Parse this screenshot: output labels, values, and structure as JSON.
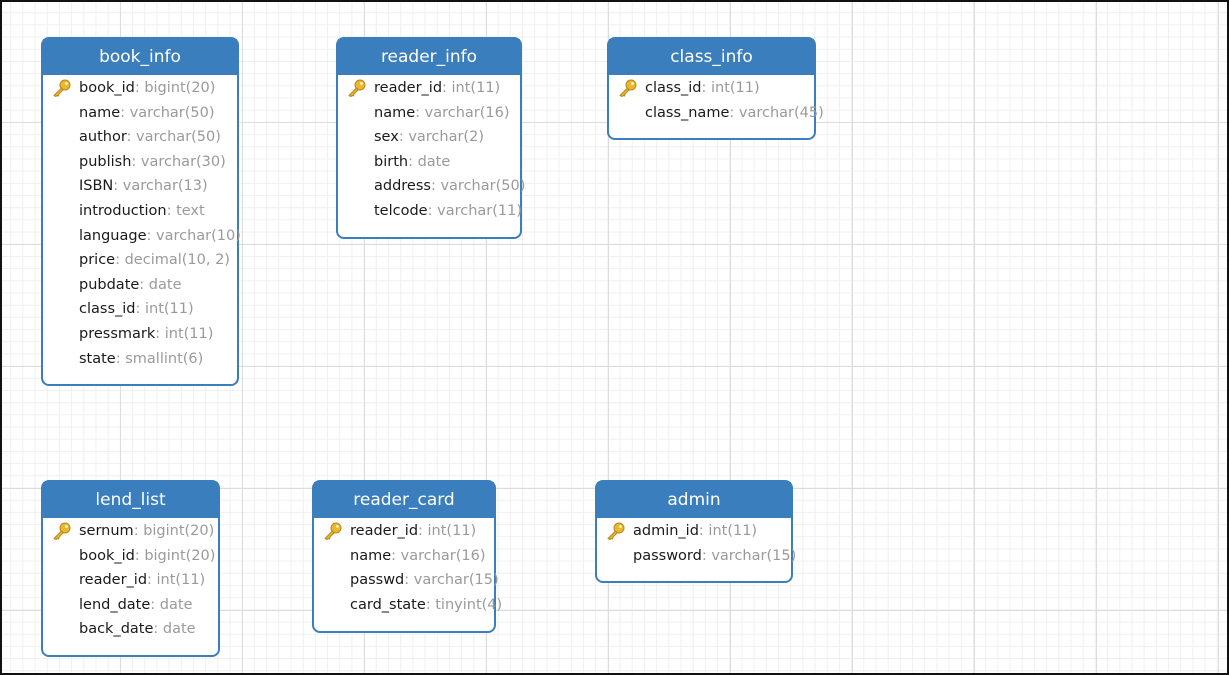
{
  "tables": [
    {
      "name": "book_info",
      "fields": [
        {
          "name": "book_id",
          "type": "bigint(20)",
          "pk": true
        },
        {
          "name": "name",
          "type": "varchar(50)"
        },
        {
          "name": "author",
          "type": "varchar(50)"
        },
        {
          "name": "publish",
          "type": "varchar(30)"
        },
        {
          "name": "ISBN",
          "type": "varchar(13)"
        },
        {
          "name": "introduction",
          "type": "text"
        },
        {
          "name": "language",
          "type": "varchar(10)"
        },
        {
          "name": "price",
          "type": "decimal(10, 2)"
        },
        {
          "name": "pubdate",
          "type": "date"
        },
        {
          "name": "class_id",
          "type": "int(11)"
        },
        {
          "name": "pressmark",
          "type": "int(11)"
        },
        {
          "name": "state",
          "type": "smallint(6)"
        }
      ]
    },
    {
      "name": "reader_info",
      "fields": [
        {
          "name": "reader_id",
          "type": "int(11)",
          "pk": true
        },
        {
          "name": "name",
          "type": "varchar(16)"
        },
        {
          "name": "sex",
          "type": "varchar(2)"
        },
        {
          "name": "birth",
          "type": "date"
        },
        {
          "name": "address",
          "type": "varchar(50)"
        },
        {
          "name": "telcode",
          "type": "varchar(11)"
        }
      ]
    },
    {
      "name": "class_info",
      "fields": [
        {
          "name": "class_id",
          "type": "int(11)",
          "pk": true
        },
        {
          "name": "class_name",
          "type": "varchar(45)"
        }
      ]
    },
    {
      "name": "lend_list",
      "fields": [
        {
          "name": "sernum",
          "type": "bigint(20)",
          "pk": true
        },
        {
          "name": "book_id",
          "type": "bigint(20)"
        },
        {
          "name": "reader_id",
          "type": "int(11)"
        },
        {
          "name": "lend_date",
          "type": "date"
        },
        {
          "name": "back_date",
          "type": "date"
        }
      ]
    },
    {
      "name": "reader_card",
      "fields": [
        {
          "name": "reader_id",
          "type": "int(11)",
          "pk": true
        },
        {
          "name": "name",
          "type": "varchar(16)"
        },
        {
          "name": "passwd",
          "type": "varchar(15)"
        },
        {
          "name": "card_state",
          "type": "tinyint(4)"
        }
      ]
    },
    {
      "name": "admin",
      "fields": [
        {
          "name": "admin_id",
          "type": "int(11)",
          "pk": true
        },
        {
          "name": "password",
          "type": "varchar(15)"
        }
      ]
    }
  ],
  "colors": {
    "header": "#3a7ebd",
    "field_name": "#1a1a1a",
    "field_type": "#9a9a9a",
    "key": "#e8b830"
  },
  "icons": {
    "primary_key": "key-icon"
  },
  "separator": ": "
}
